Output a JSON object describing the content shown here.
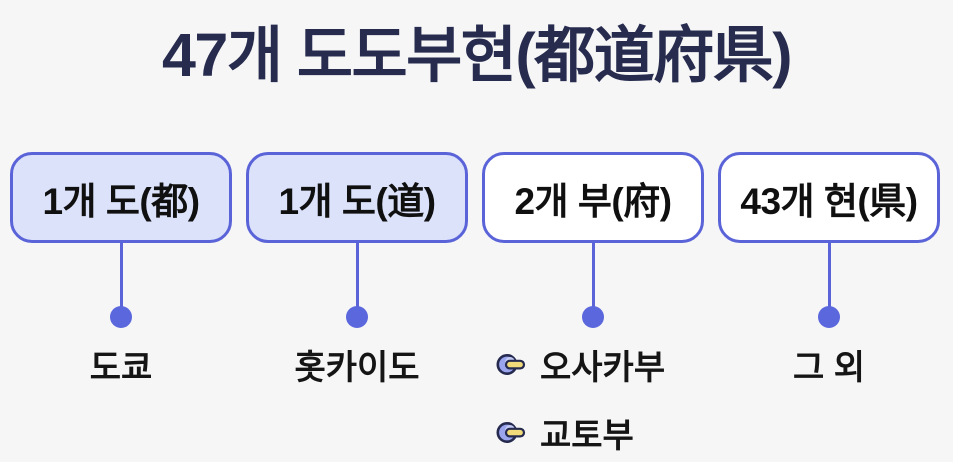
{
  "title": {
    "text": "47개 도도부현(都道府県)"
  },
  "colors": {
    "background": "#f6f6f7",
    "accent": "#5a64d8",
    "dot": "#5b67dd",
    "title_text": "#272c4e",
    "label_text": "#151515",
    "box_fill_highlight": "#dbe2fa",
    "box_fill_plain": "#ffffff",
    "icon_circle_fill": "#9aa5ee",
    "icon_circle_highlight": "#c3cbf5",
    "icon_pill_fill": "#f1da7a",
    "icon_outline": "#252a4e"
  },
  "columns": [
    {
      "box_label": "1개 도(都)",
      "highlighted": true,
      "items": [
        {
          "text": "도쿄",
          "icon": false
        }
      ]
    },
    {
      "box_label": "1개 도(道)",
      "highlighted": true,
      "items": [
        {
          "text": "홋카이도",
          "icon": false
        }
      ]
    },
    {
      "box_label": "2개 부(府)",
      "highlighted": false,
      "items": [
        {
          "text": "오사카부",
          "icon": true
        },
        {
          "text": "교토부",
          "icon": true
        }
      ]
    },
    {
      "box_label": "43개 현(県)",
      "highlighted": false,
      "items": [
        {
          "text": "그 외",
          "icon": false
        }
      ]
    }
  ]
}
